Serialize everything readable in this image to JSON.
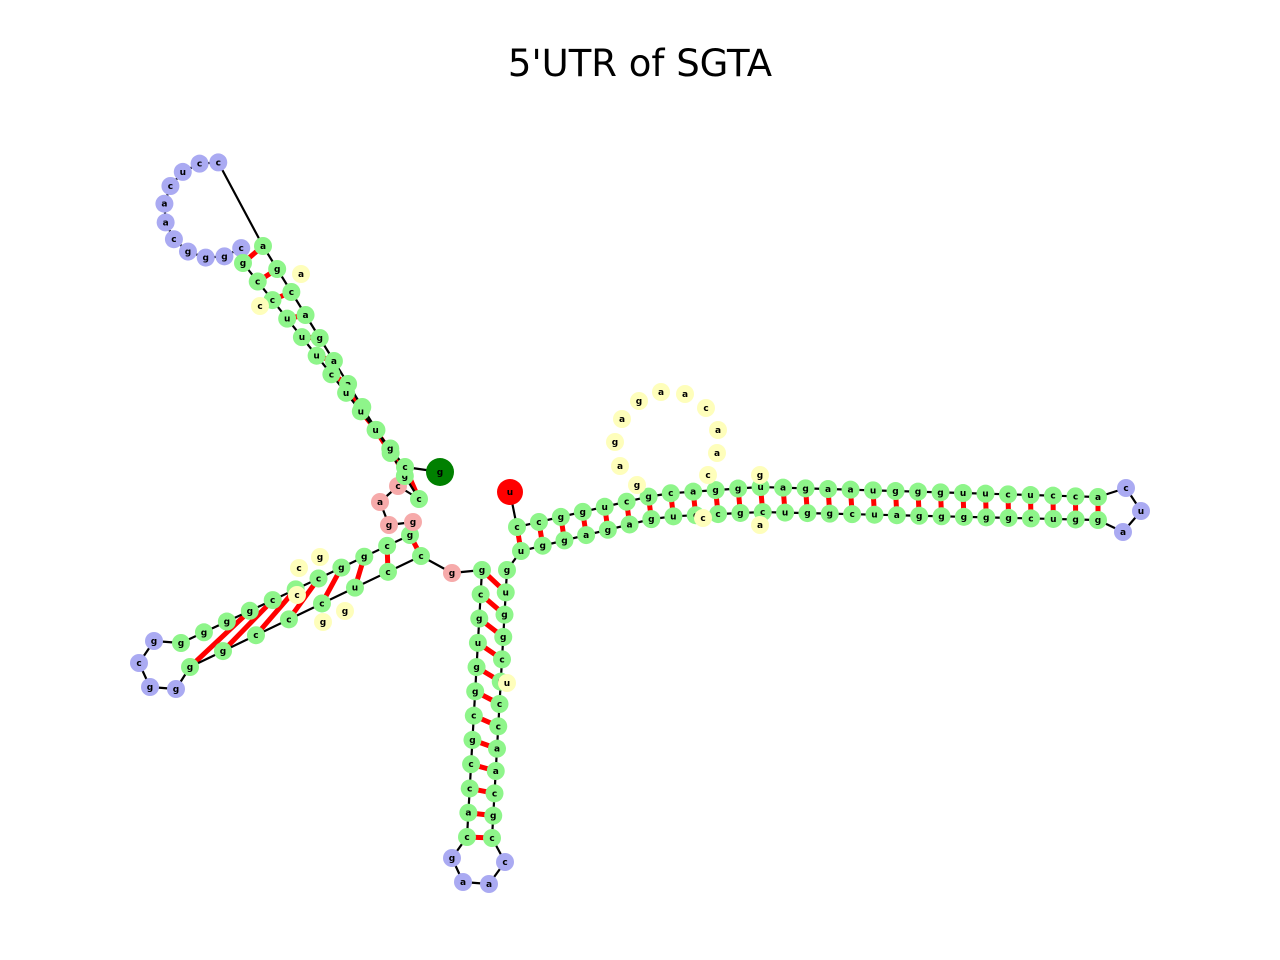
{
  "title": "5'UTR of SGTA",
  "colors": {
    "stem": "#8ef58a",
    "hairpin_loop": "#aaaaf2",
    "interior_loop": "#fefebb",
    "multiloop": "#f6aaaa",
    "five_prime": "#ff0000",
    "three_prime": "#008000",
    "backbone": "#000000",
    "pair": "#ff0000"
  },
  "chart_data": {
    "type": "rna_secondary_structure",
    "title": "5'UTR of SGTA",
    "five_prime_end": "u",
    "three_prime_end": "g",
    "domains": [
      {
        "name": "left-branch",
        "strand_a": [
          "c",
          "c",
          "u",
          "c",
          "c",
          "c",
          "g",
          "g"
        ],
        "strand_b": [
          "g",
          "g",
          "g",
          "g",
          "c",
          "u",
          "c",
          "g",
          "g",
          "c",
          "g"
        ],
        "hairpin_loop": [
          "g",
          "g",
          "c"
        ],
        "interior_loop": [
          "c",
          "g",
          "g",
          "g",
          "c"
        ]
      },
      {
        "name": "upper-left-stem",
        "strand_a": [
          "g",
          "c",
          "c",
          "u",
          "u",
          "u",
          "c",
          "u",
          "u",
          "u",
          "g",
          "c"
        ],
        "strand_b": [
          "c",
          "g",
          "a",
          "g",
          "g",
          "a",
          "a",
          "g",
          "a",
          "c",
          "g",
          "a"
        ],
        "hairpin_loop": [
          "c",
          "c",
          "u",
          "c",
          "a",
          "a",
          "c",
          "g",
          "g",
          "g",
          "c"
        ],
        "interior_loop": [
          "a",
          "c"
        ]
      },
      {
        "name": "multiloop",
        "strand": [
          "g",
          "g",
          "a",
          "c",
          "g"
        ]
      },
      {
        "name": "bottom-stem",
        "strand_a": [
          "c",
          "a",
          "c",
          "c",
          "g",
          "c",
          "g",
          "g",
          "u",
          "g",
          "c",
          "g"
        ],
        "strand_b": [
          "g",
          "u",
          "g",
          "g",
          "c",
          "u",
          "c",
          "c",
          "a",
          "a",
          "c",
          "g",
          "c"
        ],
        "hairpin_loop": [
          "c",
          "a",
          "a",
          "g"
        ]
      },
      {
        "name": "right-stem",
        "strand_a": [
          "c",
          "c",
          "g",
          "g",
          "u",
          "c",
          "g",
          "c",
          "a",
          "g",
          "g",
          "u",
          "a",
          "g",
          "a",
          "a",
          "u",
          "g",
          "g",
          "g",
          "u",
          "u",
          "c",
          "u",
          "c",
          "c",
          "a"
        ],
        "strand_b": [
          "g",
          "g",
          "u",
          "c",
          "g",
          "g",
          "g",
          "g",
          "g",
          "a",
          "u",
          "c",
          "g",
          "g",
          "u",
          "c",
          "g",
          "c",
          "c",
          "u",
          "g",
          "a",
          "g",
          "a",
          "g",
          "g",
          "u"
        ],
        "hairpin_loop": [
          "c",
          "u",
          "a"
        ],
        "interior_loop": [
          "g",
          "a",
          "g",
          "a",
          "g",
          "a",
          "a",
          "c",
          "a",
          "a",
          "c",
          "g",
          "a",
          "c",
          "u"
        ]
      }
    ]
  }
}
